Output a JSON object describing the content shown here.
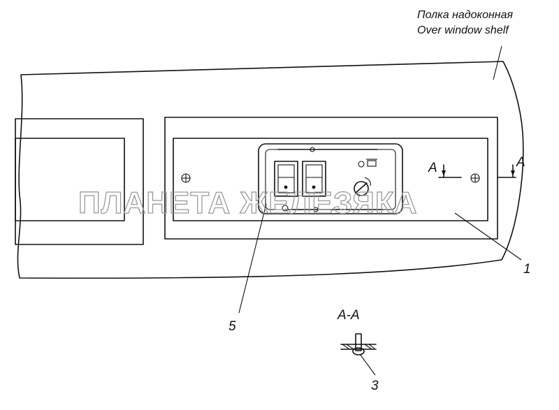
{
  "labels": {
    "shelf_ru": "Полка надоконная",
    "shelf_en": "Over window  shelf",
    "section_title": "A-A",
    "cut_left": "A",
    "cut_right": "A",
    "callout_1": "1",
    "callout_3": "3",
    "callout_5": "5"
  },
  "watermark": "ПЛАНЕТА ЖЕЛЕЗЯКА",
  "colors": {
    "line": "#111111",
    "watermark": "#9a9a9a",
    "background": "#ffffff"
  }
}
